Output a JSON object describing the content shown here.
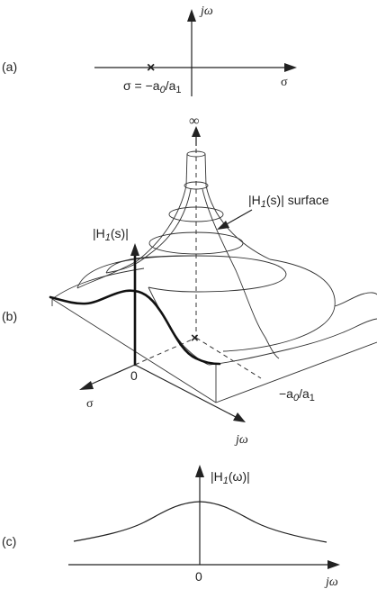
{
  "panel_a": {
    "label": "(a)",
    "jw_label": "jω",
    "sigma_label": "σ",
    "pole_marker": "×",
    "pole_text_1": "σ = −a",
    "pole_sub_1": "0",
    "pole_text_2": "/a",
    "pole_sub_2": "1"
  },
  "panel_b": {
    "label": "(b)",
    "infinity_label": "∞",
    "surface_label_pre": "|H",
    "surface_label_sub": "1",
    "surface_label_post": "(s)| surface",
    "mag_label_pre": "|H",
    "mag_label_sub": "1",
    "mag_label_post": "(s)|",
    "origin_label": "0",
    "sigma_label": "σ",
    "jw_label": "jω",
    "pole_marker": "×",
    "pole_text_1": "−a",
    "pole_sub_1": "0",
    "pole_text_2": "/a",
    "pole_sub_2": "1"
  },
  "panel_c": {
    "label": "(c)",
    "mag_label_pre": "|H",
    "mag_label_sub": "1",
    "mag_label_post": "(ω)|",
    "origin_label": "0",
    "jw_label": "jω"
  }
}
